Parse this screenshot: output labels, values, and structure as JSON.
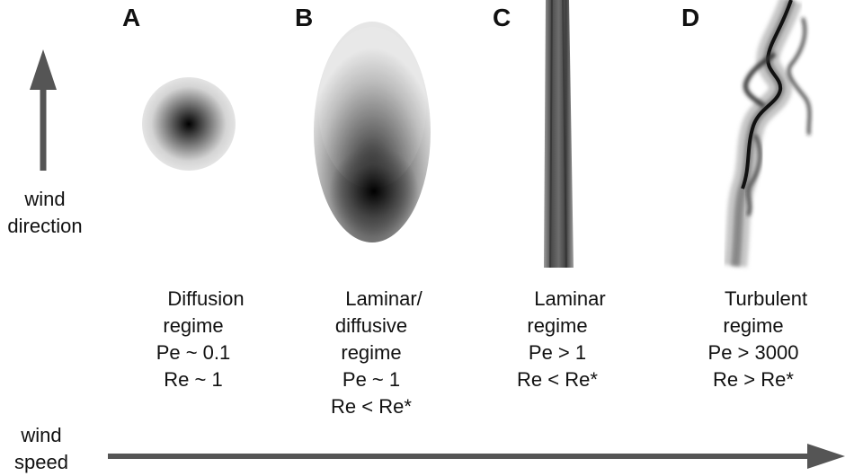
{
  "panels": [
    {
      "letter": "A",
      "lines": [
        "Diffusion",
        "regime",
        "Pe ~ 0.1",
        "Re ~ 1"
      ]
    },
    {
      "letter": "B",
      "lines": [
        "Laminar/",
        "diffusive",
        "regime",
        "Pe ~ 1",
        "Re < Re*"
      ]
    },
    {
      "letter": "C",
      "lines": [
        "Laminar",
        "regime",
        "Pe > 1",
        "Re < Re*"
      ]
    },
    {
      "letter": "D",
      "lines": [
        "Turbulent",
        "regime",
        "Pe > 3000",
        "Re > Re*"
      ]
    }
  ],
  "wind_direction": {
    "line1": "wind",
    "line2": "direction"
  },
  "wind_speed": {
    "line1": "wind",
    "line2": "speed"
  },
  "colors": {
    "arrow": "#555555",
    "text": "#111111"
  }
}
